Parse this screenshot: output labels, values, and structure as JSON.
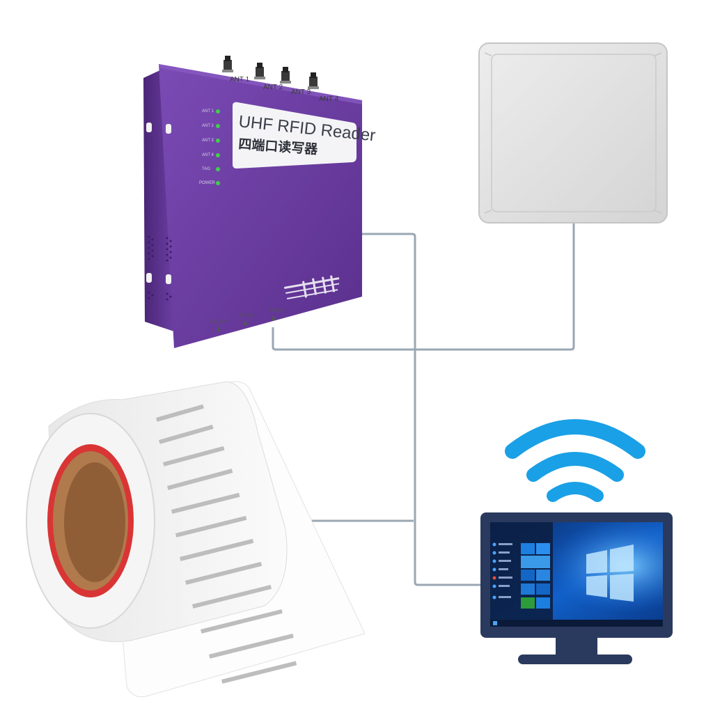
{
  "reader": {
    "title": "UHF RFID Reader",
    "subtitle": "四端口读写器",
    "antenna_ports": [
      "ANT 1",
      "ANT 2",
      "ANT 3",
      "ANT 4"
    ],
    "led_labels": [
      "ANT 1",
      "ANT 2",
      "ANT 3",
      "ANT 4",
      "TAG",
      "POWER"
    ],
    "port_labels": [
      "DC 12V",
      "RS232",
      "TCP/IP"
    ],
    "body_color": "#6a3d9e",
    "led_color": "#3fd04a"
  },
  "antenna": {
    "color": "#e3e3e3"
  },
  "tag_roll": {
    "core_color": "#b07a4d",
    "ring_color": "#d93535"
  },
  "computer": {
    "wifi_color": "#1aa0e6",
    "screen_color": "#0f58c0",
    "frame_color": "#2a3a5e"
  },
  "cable_color": "#9aa7b3"
}
